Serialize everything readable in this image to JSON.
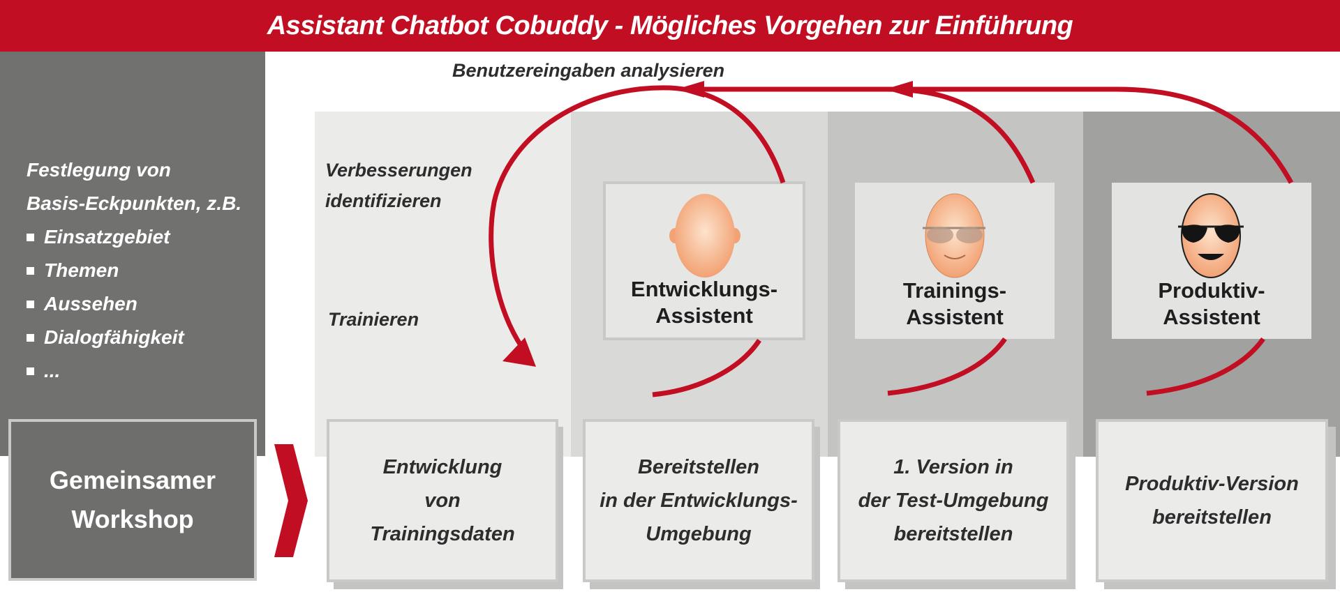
{
  "title": "Assistant Chatbot Cobuddy - Mögliches Vorgehen zur Einführung",
  "colors": {
    "accent": "#c20e22",
    "panel_dark": "#717170"
  },
  "left_panel": {
    "intro_line1": "Festlegung von",
    "intro_line2": "Basis-Eckpunkten, z.B.",
    "bullets": [
      "Einsatzgebiet",
      "Themen",
      "Aussehen",
      "Dialogfähigkeit",
      "..."
    ]
  },
  "workshop": {
    "line1": "Gemeinsamer",
    "line2": "Workshop"
  },
  "labels": {
    "analyze": "Benutzereingaben analysieren",
    "improve_line1": "Verbesserungen",
    "improve_line2": "identifizieren",
    "train": "Trainieren"
  },
  "assistants": [
    {
      "line1": "Entwicklungs-",
      "line2": "Assistent",
      "face": "plain-face-icon"
    },
    {
      "line1": "Trainings-",
      "line2": "Assistent",
      "face": "light-sunglasses-face-icon"
    },
    {
      "line1": "Produktiv-",
      "line2": "Assistent",
      "face": "dark-sunglasses-face-icon"
    }
  ],
  "steps": [
    {
      "lines": [
        "Entwicklung",
        "von",
        "Trainingsdaten"
      ]
    },
    {
      "lines": [
        "Bereitstellen",
        "in der Entwicklungs-",
        "Umgebung"
      ]
    },
    {
      "lines": [
        "1. Version in",
        "der Test-Umgebung",
        "bereitstellen"
      ]
    },
    {
      "lines": [
        "Produktiv-Version",
        "bereitstellen"
      ]
    }
  ]
}
